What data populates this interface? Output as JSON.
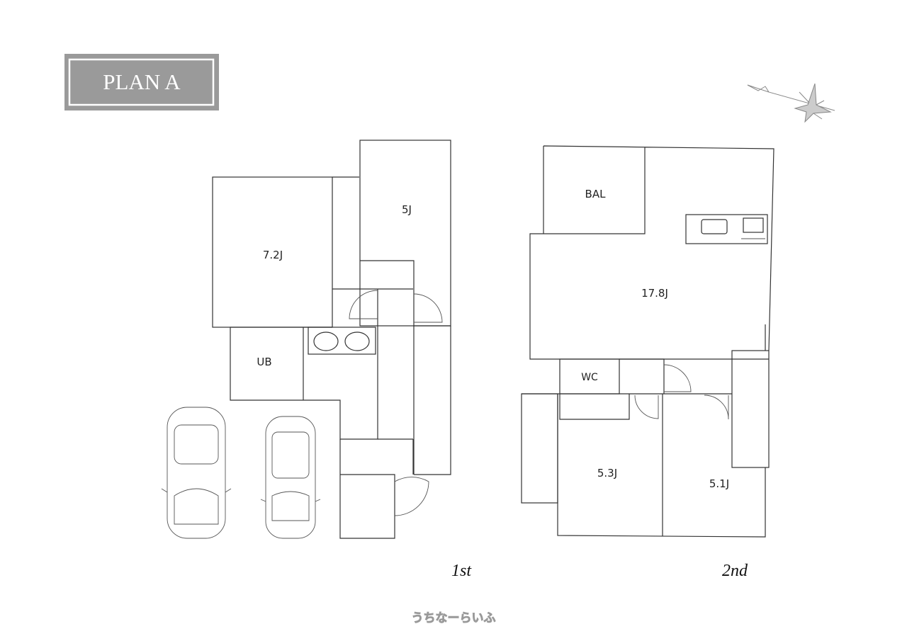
{
  "title": "PLAN A",
  "floors": {
    "first": {
      "label": "1st",
      "rooms": {
        "r1": "7.2J",
        "r2": "5J",
        "bath": "UB"
      }
    },
    "second": {
      "label": "2nd",
      "rooms": {
        "bal": "BAL",
        "ldk": "17.8J",
        "wc": "WC",
        "r1": "5.3J",
        "r2": "5.1J"
      }
    }
  },
  "watermark": "うちなーらいふ",
  "colors": {
    "title_bg": "#9a9a9a",
    "line": "#333333"
  }
}
